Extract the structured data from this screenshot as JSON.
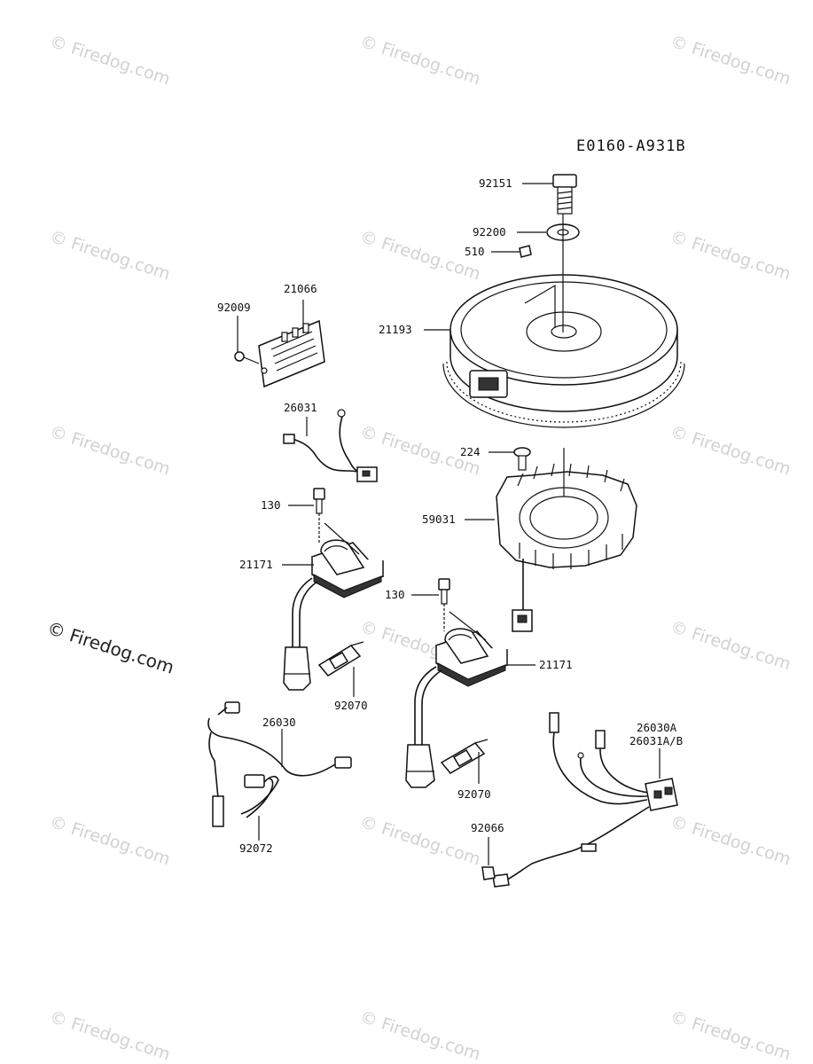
{
  "diagram": {
    "code": "E0160-A931B",
    "watermark": "© Firedog.com",
    "labels": {
      "p92151": "92151",
      "p92200": "92200",
      "p510": "510",
      "p21066": "21066",
      "p92009": "92009",
      "p21193": "21193",
      "p26031": "26031",
      "p224": "224",
      "p130a": "130",
      "p59031": "59031",
      "p21171a": "21171",
      "p130b": "130",
      "p21171b": "21171",
      "p92070a": "92070",
      "p26030": "26030",
      "p26030A": "26030A",
      "p26031AB": "26031A/B",
      "p92070b": "92070",
      "p92066": "92066",
      "p92072": "92072"
    }
  }
}
